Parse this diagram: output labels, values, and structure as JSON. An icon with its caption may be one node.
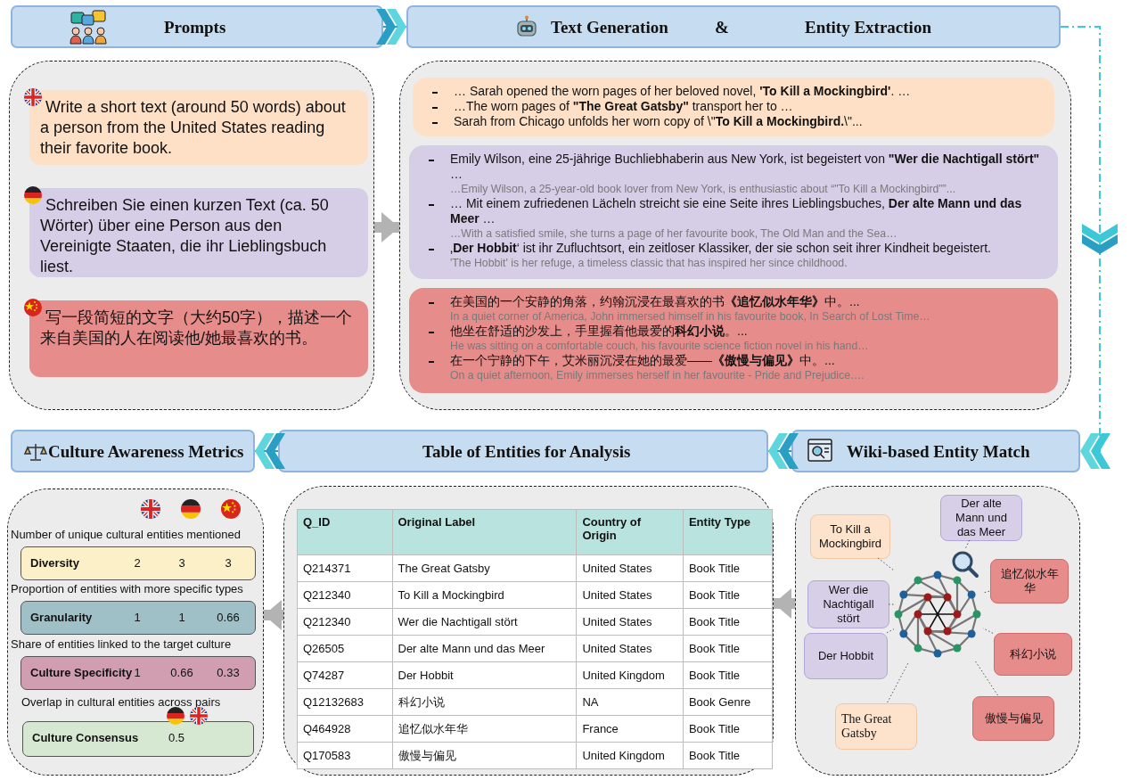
{
  "diagram": {
    "nodes": [
      {
        "text": [
          "Prompts"
        ]
      },
      {
        "text": [
          "Text Generation",
          "&",
          "Entity Extraction"
        ]
      },
      {
        "text": [],
        "shape": "box"
      },
      {
        "text": [
          "Write a short text (around 50 words) about a person from the United States reading their favorite book."
        ],
        "in": 2
      },
      {
        "text": [
          "Schreiben Sie einen kurzen Text (ca. 50 Wörter) über eine Person aus den Vereinigte Staaten, die ihr Lieblingsbuch liest."
        ],
        "in": 2
      },
      {
        "text": [
          "写一段简短的文字（大约50字），描述一个来自美国的人在阅读他/她最喜欢的书。"
        ],
        "in": 2
      },
      {
        "text": [],
        "shape": "box"
      },
      {
        "text": [
          "… Sarah opened the worn pages of her beloved novel, **'To Kill a Mockingbird'**. …",
          "…The worn pages of **\"The Great Gatsby\"** transport her to …",
          "Sarah from Chicago unfolds her worn copy of \\\"**To Kill a Mockingbird.**\\\"..."
        ],
        "in": 6
      },
      {
        "text": [
          "Emily Wilson, eine 25-jährige Buchliebhaberin aus New York, ist begeistert von **\"Wer die Nachtigall stört\"** …",
          "…Emily Wilson, a 25-year-old book lover from New York, is enthusiastic about “\"To Kill a Mockingbird\"”...",
          "… Mit einem zufriedenen Lächeln streicht sie eine Seite ihres Lieblingsbuches, **Der alte Mann und das Meer** …",
          "…With a satisfied smile, she turns a page of her favourite book, The Old Man and the Sea…",
          "‚**Der Hobbit**‘ ist ihr Zufluchtsort, ein zeitloser Klassiker, der sie schon seit ihrer Kindheit begeistert.",
          "'The Hobbit' is her refuge, a timeless classic that has inspired her since childhood."
        ],
        "in": 6
      },
      {
        "text": [
          "在美国的一个安静的角落，约翰沉浸在最喜欢的书**《追忆似水年华》**中。...",
          "In a quiet corner of America, John immersed himself in his favourite book, In Search of Lost Time…",
          "他坐在舒适的沙发上，手里握着他最爱的**科幻小说**。...",
          "He was sitting on a comfortable couch, his favourite science fiction novel in his hand…",
          "在一个宁静的下午，艾米丽沉浸在她的最爱——**《傲慢与偏见》**中。...",
          "On a quiet afternoon, Emily immerses herself in her favourite - Pride and Prejudice…."
        ],
        "in": 6
      },
      {
        "text": [
          "Culture Awareness Metrics"
        ]
      },
      {
        "text": [
          "Table of Entities for Analysis"
        ]
      },
      {
        "text": [
          "Wiki-based Entity Match"
        ]
      },
      {
        "text": [],
        "shape": "box"
      },
      {
        "text": [
          "Number of unique cultural entities mentioned",
          "Diversity",
          "2",
          "3",
          "3"
        ],
        "in": 13
      },
      {
        "text": [
          "Proportion of entities with more specific types",
          "Granularity",
          "1",
          "1",
          "0.66"
        ],
        "in": 13
      },
      {
        "text": [
          "Share of entities linked to the target culture",
          "Culture Specificity",
          "1",
          "0.66",
          "0.33"
        ],
        "in": 13
      },
      {
        "text": [
          "Overlap in cultural entities across pairs",
          "Culture Consensus",
          "0.5"
        ],
        "in": 13
      },
      {
        "text": [],
        "shape": "box"
      },
      {
        "text": [],
        "shape": "box"
      },
      {
        "text": [
          "Der alte Mann und das Meer"
        ],
        "in": 19
      },
      {
        "text": [
          "To Kill a Mockingbird"
        ],
        "in": 19
      },
      {
        "text": [
          "追忆似水年华"
        ],
        "in": 19
      },
      {
        "text": [
          "Wer die Nachtigall stört"
        ],
        "in": 19
      },
      {
        "text": [
          "Der Hobbit"
        ],
        "in": 19
      },
      {
        "text": [
          "科幻小说"
        ],
        "in": 19
      },
      {
        "text": [
          "傲慢与偏见"
        ],
        "in": 19
      },
      {
        "text": [
          "The Great Gatsby"
        ],
        "in": 19
      },
      {
        "text": [],
        "shape": "picture",
        "in": 19
      }
    ],
    "edges": [
      {
        "from": 0,
        "to": 1,
        "arrow": "to",
        "color": "#2a9fc4"
      },
      {
        "from": 1,
        "to": 12,
        "arrow": "to",
        "style": "dashed",
        "color": "#3cc8d6"
      },
      {
        "from": 12,
        "to": 11,
        "arrow": "to",
        "color": "#2a9fc4"
      },
      {
        "from": 11,
        "to": 10,
        "arrow": "to",
        "color": "#2a9fc4"
      },
      {
        "from": 2,
        "to": 6,
        "arrow": "to",
        "style": "thick",
        "color": "#b3b3b3"
      },
      {
        "from": 19,
        "to": 18,
        "arrow": "to",
        "style": "thick",
        "color": "#b3b3b3"
      },
      {
        "from": 18,
        "to": 13,
        "arrow": "to",
        "style": "thick",
        "color": "#b3b3b3"
      },
      {
        "from": 20,
        "to": 28,
        "arrow": "none",
        "style": "dashed"
      },
      {
        "from": 21,
        "to": 28,
        "arrow": "none",
        "style": "dashed"
      },
      {
        "from": 22,
        "to": 28,
        "arrow": "none",
        "style": "dashed"
      },
      {
        "from": 23,
        "to": 28,
        "arrow": "none",
        "style": "dashed"
      },
      {
        "from": 24,
        "to": 28,
        "arrow": "none",
        "style": "dashed"
      },
      {
        "from": 25,
        "to": 28,
        "arrow": "none",
        "style": "dashed"
      },
      {
        "from": 26,
        "to": 28,
        "arrow": "none",
        "style": "dashed"
      },
      {
        "from": 27,
        "to": 28,
        "arrow": "none",
        "style": "dashed"
      }
    ],
    "labels": [
      "Q_ID",
      "Original Label",
      "Country of Origin",
      "Entity Type",
      "Q214371",
      "The Great Gatsby",
      "United States",
      "Book Title",
      "Q212340",
      "To Kill a Mockingbird",
      "United States",
      "Book Title",
      "Q212340",
      "Wer die Nachtigall stört",
      "United States",
      "Book Title",
      "Q26505",
      "Der alte Mann und das Meer",
      "United States",
      "Book Title",
      "Q74287",
      "Der Hobbit",
      "United Kingdom",
      "Book Title",
      "Q12132683",
      "科幻小说",
      "NA",
      "Book Genre",
      "Q464928",
      "追忆似水年华",
      "France",
      "Book Title",
      "Q170583",
      "傲慢与偏见",
      "United Kingdom",
      "Book Title"
    ]
  }
}
